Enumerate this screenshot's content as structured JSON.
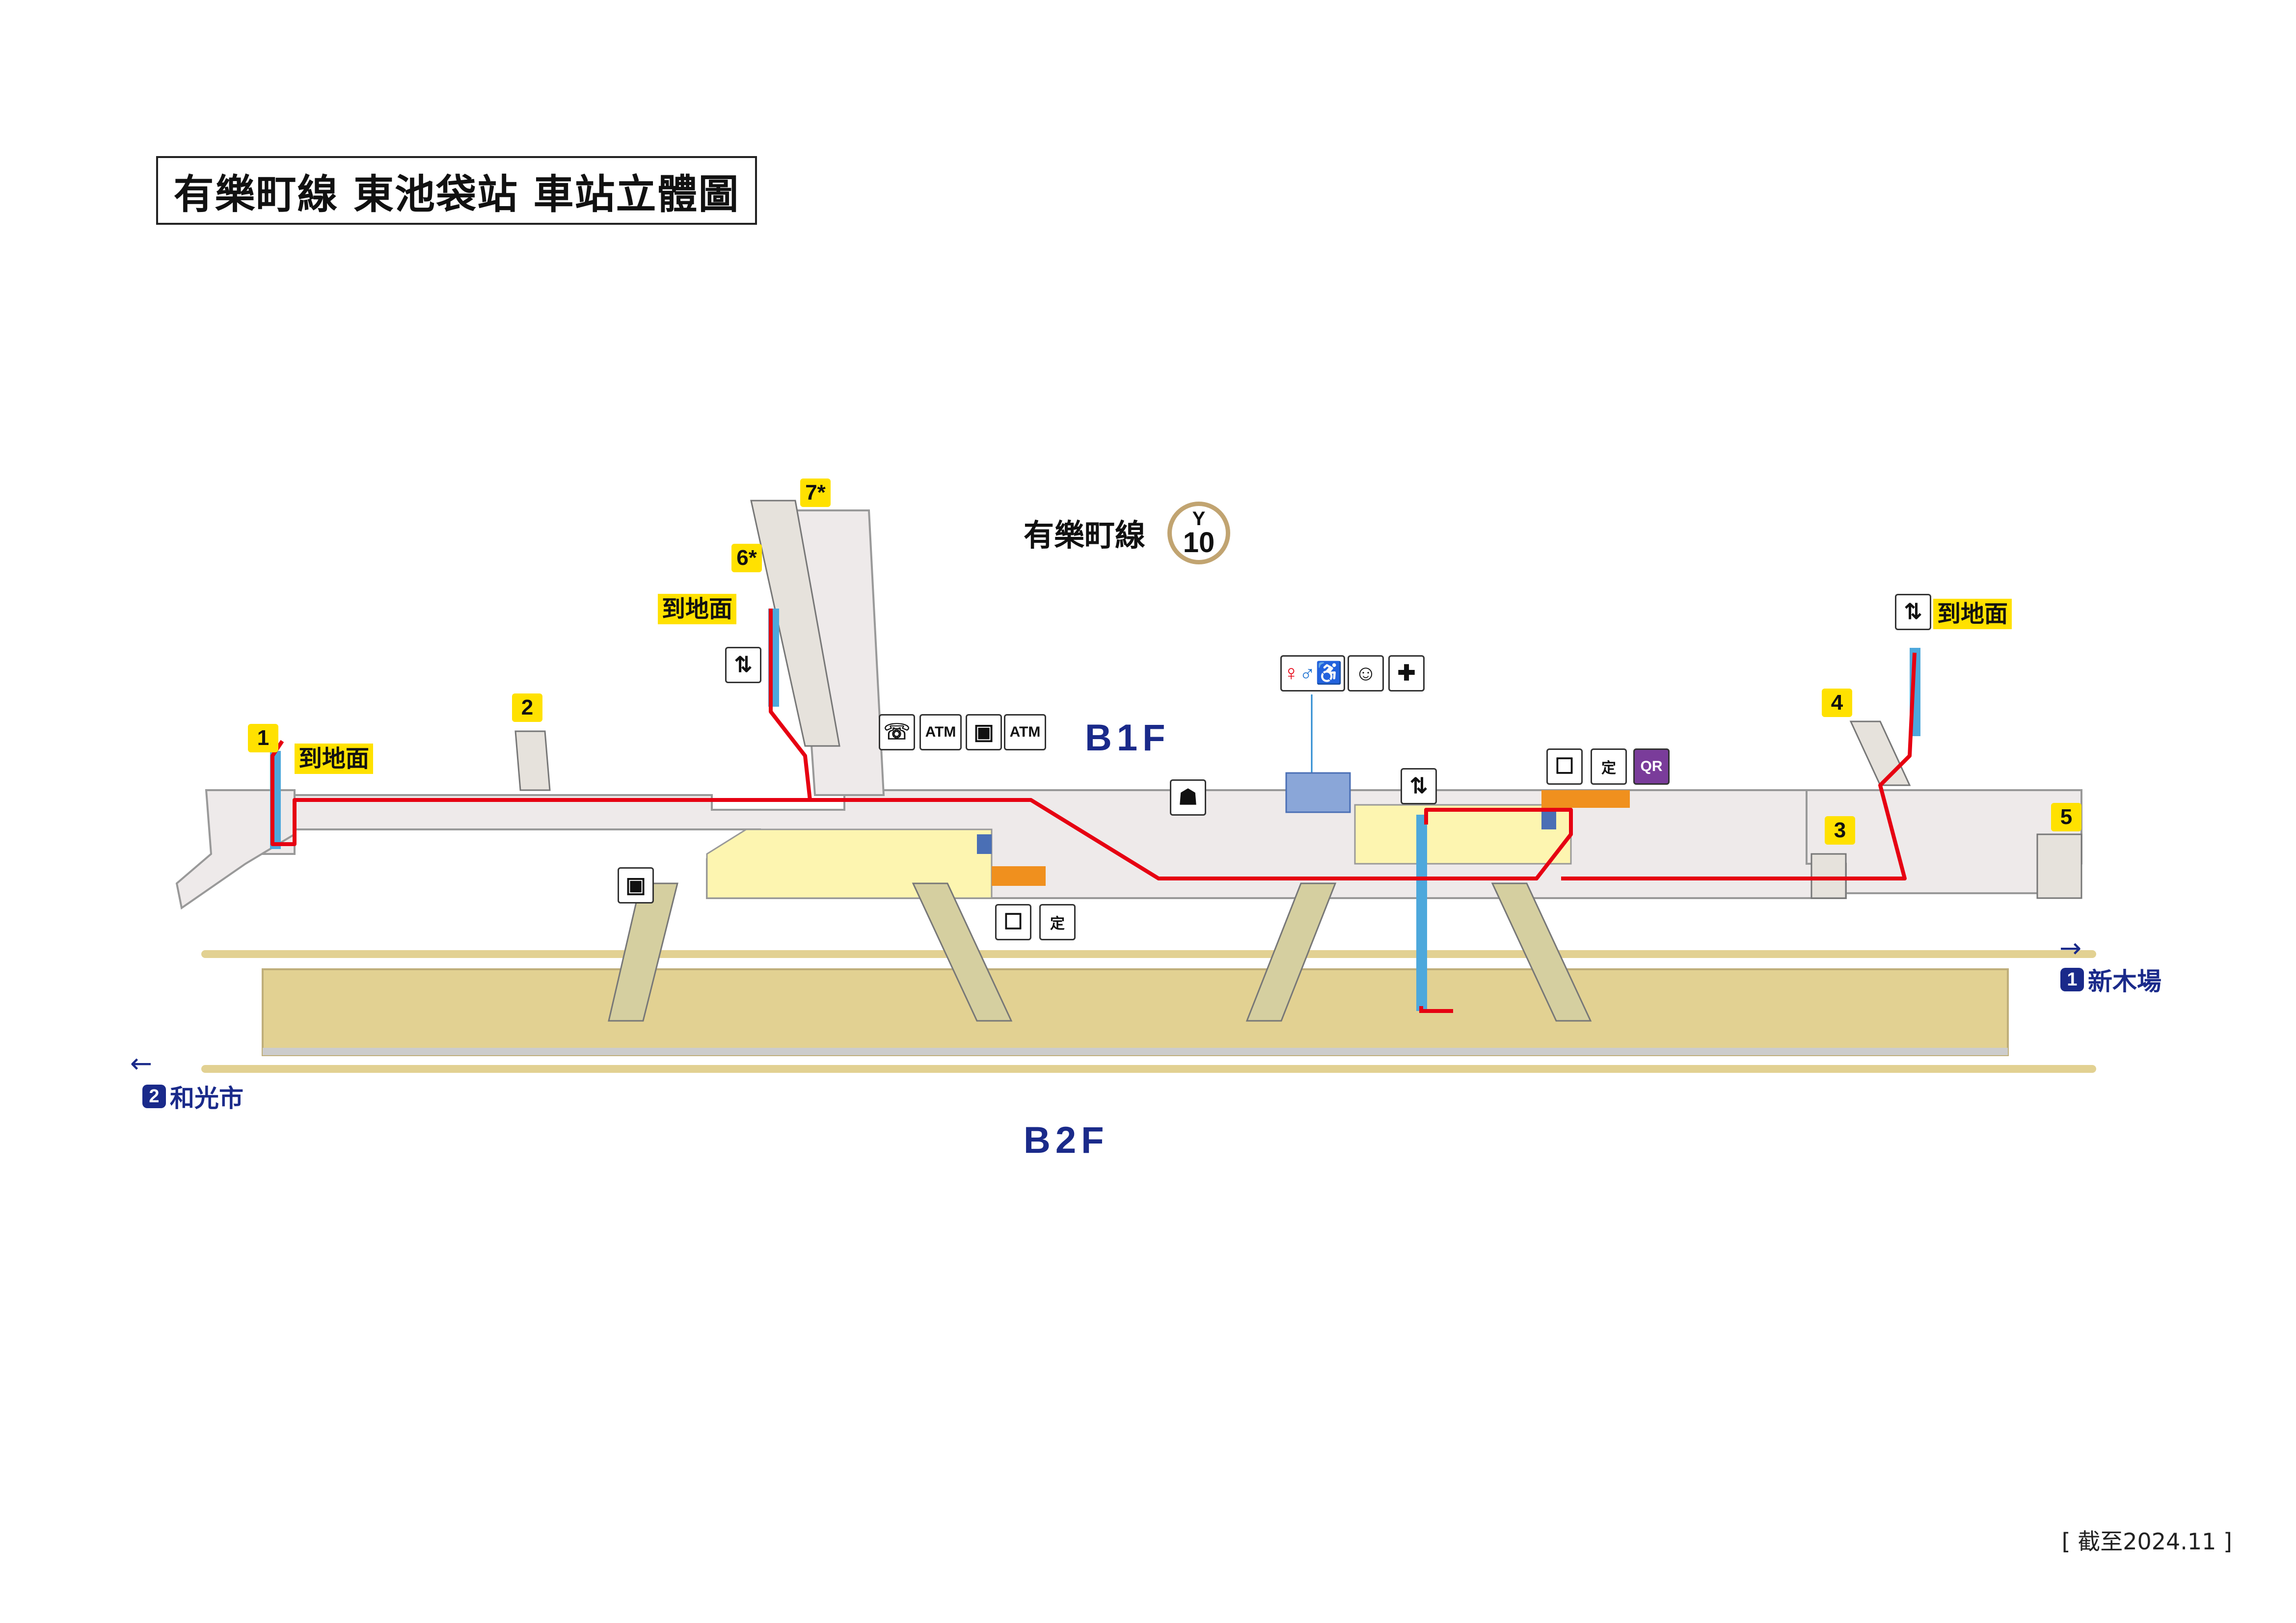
{
  "title": "有樂町線 東池袋站 車站立體圖",
  "line": {
    "name": "有樂町線",
    "code_letter": "Y",
    "code_number": "10",
    "color": "#c1a471"
  },
  "floors": {
    "b1": "B1F",
    "b2": "B2F"
  },
  "exits": {
    "e1": "1",
    "e2": "2",
    "e3": "3",
    "e4": "4",
    "e5": "5",
    "e6": "6*",
    "e7": "7*"
  },
  "to_ground": "到地面",
  "icons": {
    "elevator": "elevator-icon",
    "phone": "phone-icon",
    "atm_label": "ATM",
    "locker": "coin-locker-icon",
    "ticket_machine": "ticket-machine-icon",
    "commuter_pass_label": "定",
    "qr_label": "QR",
    "restroom": "restroom-icon",
    "baby": "baby-changing-icon",
    "ostomate": "ostomate-icon",
    "station_office": "station-office-icon"
  },
  "directions": {
    "shinkiba": {
      "number": "1",
      "name": "新木場"
    },
    "wakoshi": {
      "number": "2",
      "name": "和光市"
    }
  },
  "as_of": "[ 截至2024.11 ]",
  "colors": {
    "route": "#e60012",
    "concourse": "#eeeaea",
    "paid_area": "#fdf5b0",
    "platform": "#e2d192",
    "platform_edge": "#d9c68a",
    "stair": "#d5cfa0",
    "elevator_shaft": "#4da8dc",
    "ticket_gate": "#f0901e",
    "directions": "#1a2a8a"
  }
}
